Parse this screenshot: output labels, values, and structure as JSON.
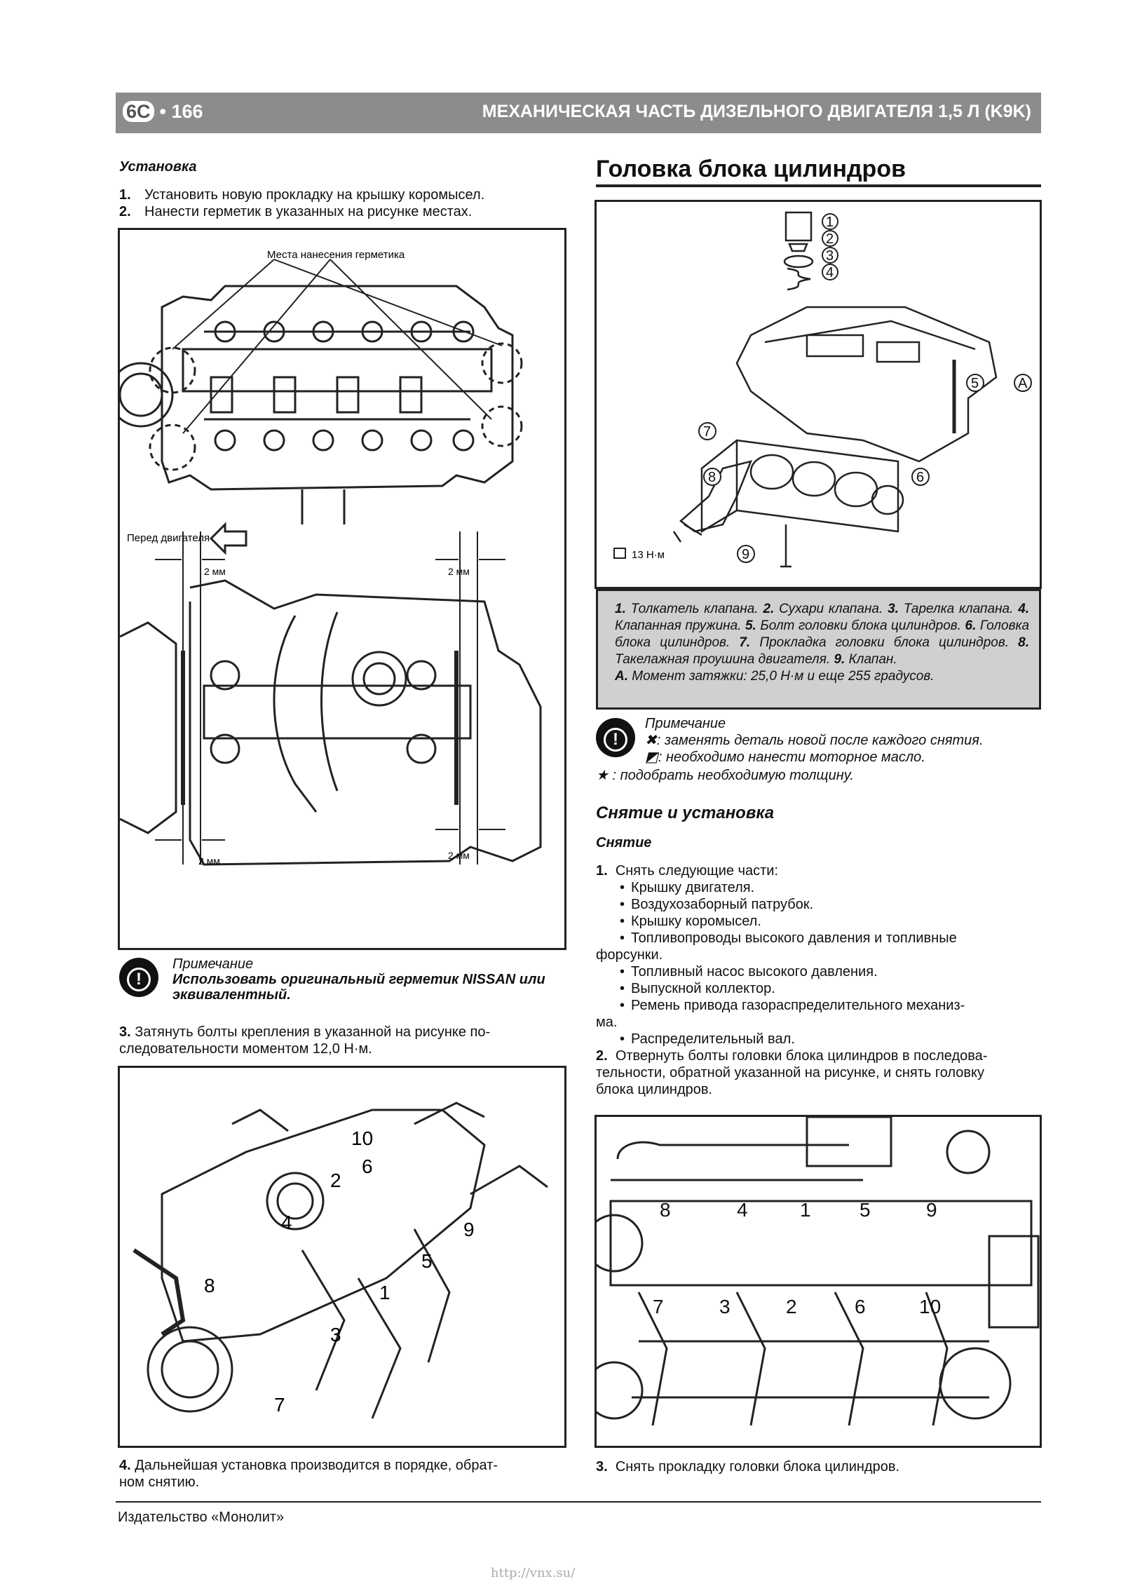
{
  "header": {
    "section": "6C",
    "separator": "•",
    "page": "166",
    "title": "МЕХАНИЧЕСКАЯ ЧАСТЬ ДИЗЕЛЬНОГО ДВИГАТЕЛЯ 1,5 Л (K9K)"
  },
  "left": {
    "install_heading": "Установка",
    "steps_a": [
      {
        "n": "1.",
        "text": "Установить новую прокладку на крышку коромысел."
      },
      {
        "n": "2.",
        "text": "Нанести герметик в указанных на рисунке местах."
      }
    ],
    "fig1": {
      "label_top": "Места нанесения герметика",
      "label_front": "Перед двигателя",
      "mm1": "2 мм",
      "mm2": "2 мм",
      "mm3": "2 мм",
      "mm4": "2 мм"
    },
    "note1": {
      "title": "Примечание",
      "text1": "Использовать оригинальный герметик NISSAN или",
      "text2": "эквивалентный."
    },
    "step3": {
      "n": "3.",
      "line1": "Затянуть болты крепления в указанной на рисунке по-",
      "line2": "следовательности моментом 12,0 Н·м."
    },
    "fig2_numbers": [
      "10",
      "6",
      "2",
      "4",
      "9",
      "5",
      "8",
      "1",
      "3",
      "7"
    ],
    "step4": {
      "n": "4.",
      "line1": "Дальнейшая установка производится в порядке, обрат-",
      "line2": "ном снятию."
    }
  },
  "right": {
    "section_title": "Головка блока цилиндров",
    "fig3": {
      "c1": "1",
      "c2": "2",
      "c3": "3",
      "c4": "4",
      "c5": "5",
      "c6": "6",
      "c7": "7",
      "c8": "8",
      "c9": "9",
      "cA": "A",
      "torque": "13 Н·м"
    },
    "caption": {
      "n1": "1.",
      "t1": "Толкатель клапана.",
      "n2": "2.",
      "t2": "Сухари клапана.",
      "n3": "3.",
      "t3": "Тарелка клапана.",
      "n4": "4.",
      "t4": "Клапанная пружина.",
      "n5": "5.",
      "t5": "Болт головки блока цилиндров.",
      "n6": "6.",
      "t6": "Головка блока цилиндров.",
      "n7": "7.",
      "t7": "Прокладка головки блока цилиндров.",
      "n8": "8.",
      "t8": "Такелажная проушина двигателя.",
      "n9": "9.",
      "t9": "Клапан.",
      "nA": "A.",
      "tA": "Момент затяжки: 25,0 Н·м и еще 255 градусов."
    },
    "note2": {
      "title": "Примечание",
      "l1": ": заменять деталь новой после каждого снятия.",
      "l2": ": необходимо нанести моторное масло.",
      "l3": ": подобрать необходимую толщину."
    },
    "removal_heading": "Снятие и установка",
    "removal_sub": "Снятие",
    "step1": {
      "n": "1.",
      "text": "Снять следующие части:"
    },
    "bullets": [
      "Крышку двигателя.",
      "Воздухозаборный патрубок.",
      "Крышку коромысел."
    ],
    "bullet_fuel_l1": "Топливопроводы высокого давления и топливные",
    "bullet_fuel_l2": "форсунки.",
    "bullets2": [
      "Топливный насос высокого давления.",
      "Выпускной коллектор."
    ],
    "bullet_belt_l1": "Ремень привода газораспределительного механиз-",
    "bullet_belt_l2": "ма.",
    "bullet_cam": "Распределительный вал.",
    "step2": {
      "n": "2.",
      "l1": "Отвернуть болты головки блока цилиндров в последова-",
      "l2": "тельности, обратной указанной на рисунке, и снять головку",
      "l3": "блока цилиндров."
    },
    "fig4_numbers": [
      "8",
      "4",
      "1",
      "5",
      "9",
      "7",
      "3",
      "2",
      "6",
      "10"
    ],
    "step3": {
      "n": "3.",
      "text": "Снять прокладку головки блока цилиндров."
    }
  },
  "footer": {
    "publisher": "Издательство «Монолит»",
    "url": "http://vnx.su/"
  }
}
